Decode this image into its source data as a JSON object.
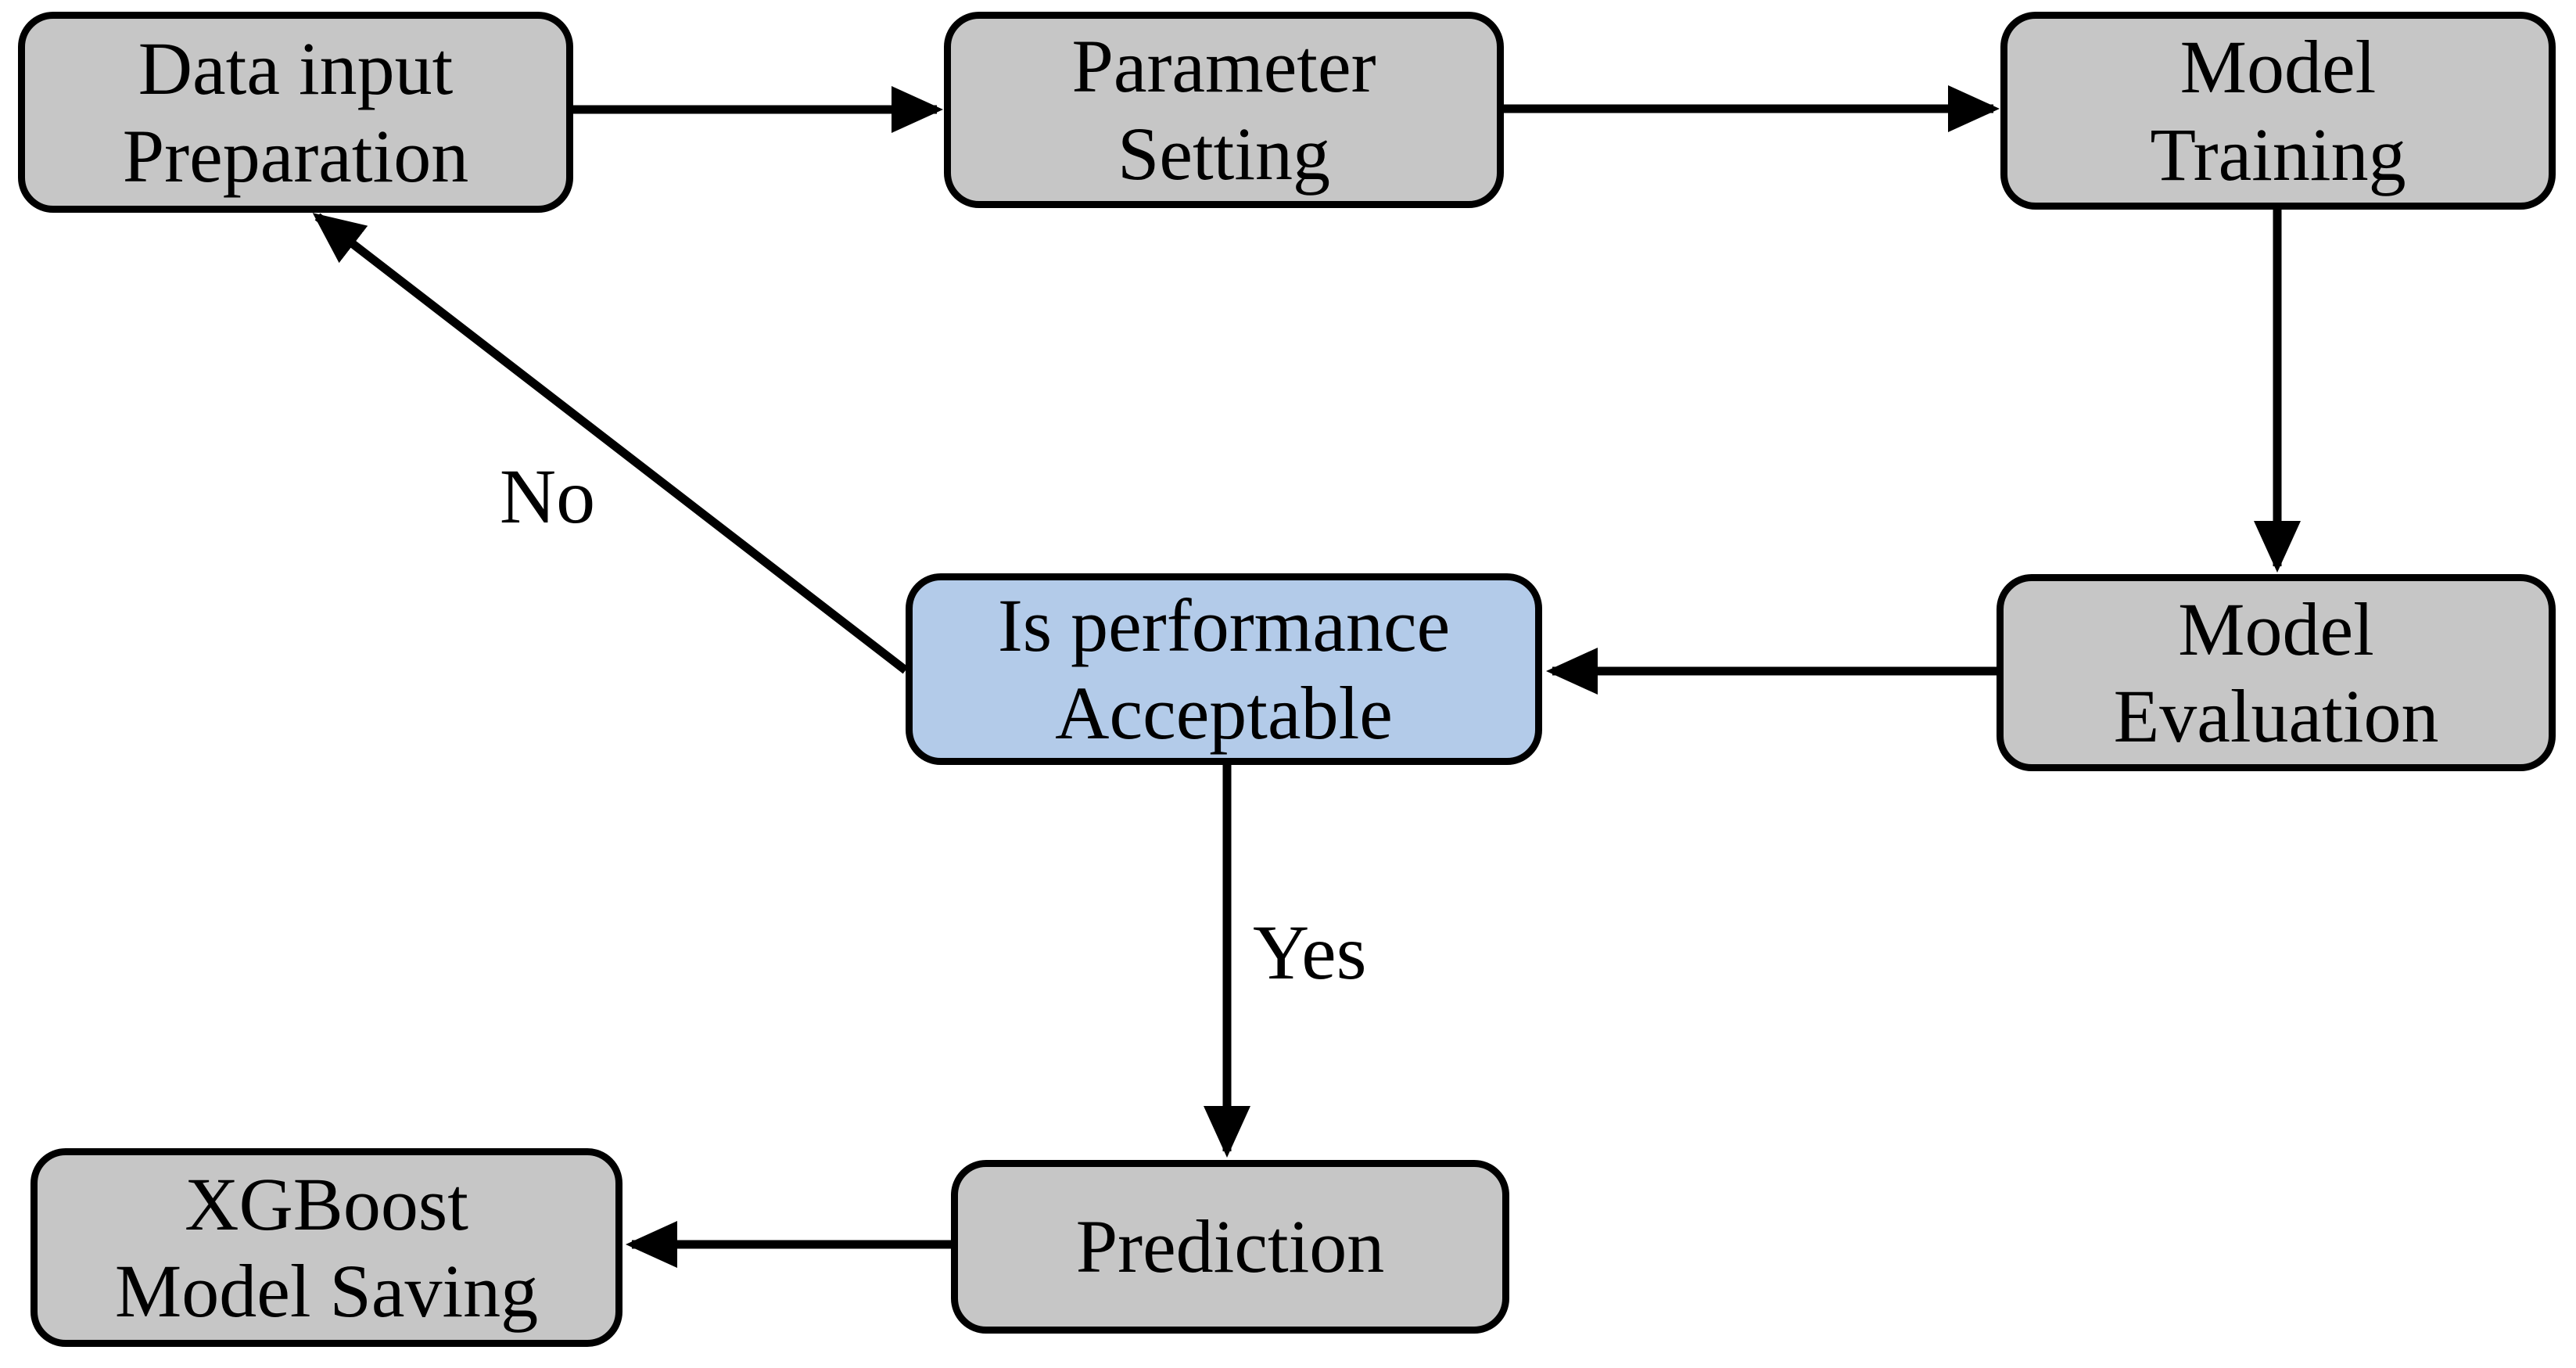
{
  "diagram": {
    "nodes": [
      {
        "id": "data-input-preparation",
        "label": "Data input\nPreparation",
        "fill": "#c6c6c6"
      },
      {
        "id": "parameter-setting",
        "label": "Parameter\nSetting",
        "fill": "#c6c6c6"
      },
      {
        "id": "model-training",
        "label": "Model\nTraining",
        "fill": "#c6c6c6"
      },
      {
        "id": "model-evaluation",
        "label": "Model\nEvaluation",
        "fill": "#c6c6c6"
      },
      {
        "id": "performance-check",
        "label": "Is performance\nAcceptable",
        "fill": "#b3cbe9"
      },
      {
        "id": "prediction",
        "label": "Prediction",
        "fill": "#c6c6c6"
      },
      {
        "id": "xgboost-model-saving",
        "label": "XGBoost\nModel Saving",
        "fill": "#c6c6c6"
      }
    ],
    "edges": [
      {
        "from": "data-input-preparation",
        "to": "parameter-setting",
        "label": ""
      },
      {
        "from": "parameter-setting",
        "to": "model-training",
        "label": ""
      },
      {
        "from": "model-training",
        "to": "model-evaluation",
        "label": ""
      },
      {
        "from": "model-evaluation",
        "to": "performance-check",
        "label": ""
      },
      {
        "from": "performance-check",
        "to": "data-input-preparation",
        "label": "No"
      },
      {
        "from": "performance-check",
        "to": "prediction",
        "label": "Yes"
      },
      {
        "from": "prediction",
        "to": "xgboost-model-saving",
        "label": ""
      }
    ],
    "colors": {
      "node_gray": "#c6c6c6",
      "decision_blue": "#b3cbe9",
      "stroke": "#000000",
      "background": "#ffffff"
    }
  }
}
